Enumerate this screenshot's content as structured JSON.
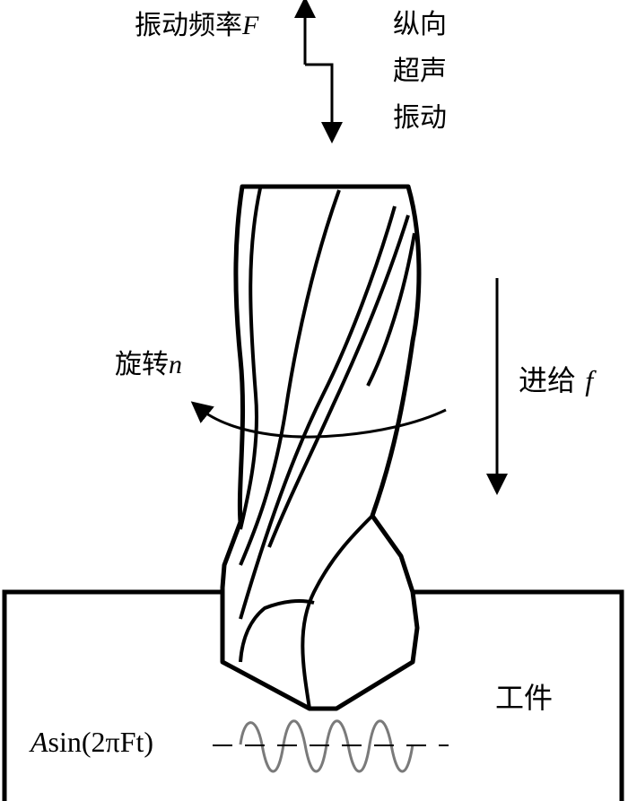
{
  "labels": {
    "vibration_frequency": "振动频率",
    "vibration_frequency_var": "F",
    "longitudinal_line1": "纵向",
    "longitudinal_line2": "超声",
    "longitudinal_line3": "振动",
    "rotation": "旋转",
    "rotation_var": "n",
    "feed": "进给",
    "feed_var": "f",
    "workpiece": "工件",
    "formula_amp": "A",
    "formula_body": "sin(2πFt)"
  },
  "colors": {
    "line": "#000000",
    "wave": "#7a7a7a"
  }
}
